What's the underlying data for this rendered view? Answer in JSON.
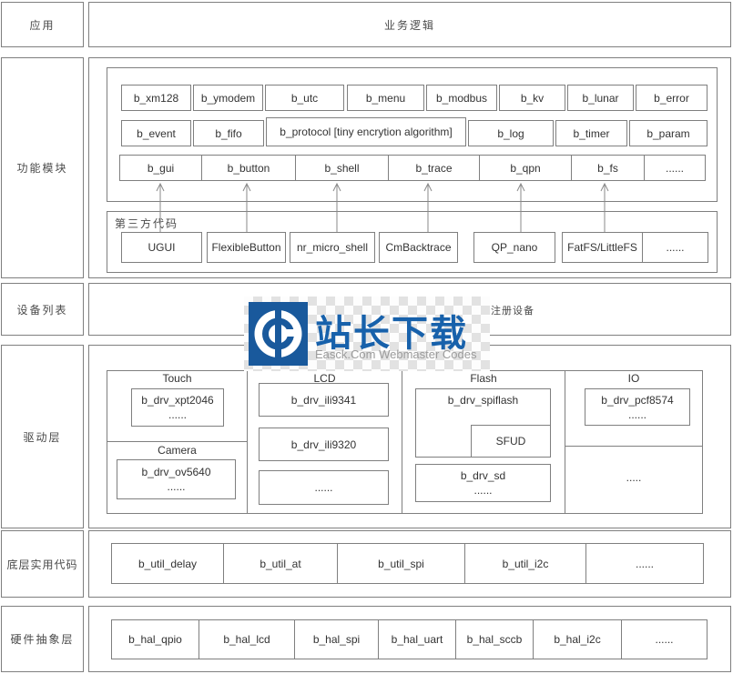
{
  "layers": {
    "app": "应用",
    "func": "功能模块",
    "device": "设备列表",
    "driver": "驱动层",
    "util": "底层实用代码",
    "hal": "硬件抽象层"
  },
  "app": {
    "title": "业务逻辑"
  },
  "func": {
    "row1": [
      "b_xm128",
      "b_ymodem",
      "b_utc",
      "b_menu",
      "b_modbus",
      "b_kv",
      "b_lunar",
      "b_error"
    ],
    "row2": [
      "b_event",
      "b_fifo",
      "b_protocol [tiny encrytion algorithm]",
      "b_log",
      "b_timer",
      "b_param"
    ],
    "row3": [
      "b_gui",
      "b_button",
      "b_shell",
      "b_trace",
      "b_qpn",
      "b_fs",
      "......"
    ],
    "third_party_label": "第三方代码",
    "third_party": [
      "UGUI",
      "FlexibleButton",
      "nr_micro_shell",
      "CmBacktrace",
      "QP_nano",
      "FatFS/LittleFS",
      "......"
    ]
  },
  "device": {
    "registered": "注册设备"
  },
  "driver": {
    "touch": {
      "title": "Touch",
      "box1_line1": "b_drv_xpt2046",
      "box1_line2": "......",
      "camera_title": "Camera",
      "box2_line1": "b_drv_ov5640",
      "box2_line2": "......"
    },
    "lcd": {
      "title": "LCD",
      "box1": "b_drv_ili9341",
      "box2": "b_drv_ili9320",
      "box3": "......"
    },
    "flash": {
      "title": "Flash",
      "spiflash": "b_drv_spiflash",
      "sfud": "SFUD",
      "sd_line1": "b_drv_sd",
      "sd_line2": "......"
    },
    "io": {
      "title": "IO",
      "box_line1": "b_drv_pcf8574",
      "box_line2": "......",
      "more": "....."
    }
  },
  "util": {
    "cells": [
      "b_util_delay",
      "b_util_at",
      "b_util_spi",
      "b_util_i2c",
      "......"
    ]
  },
  "hal": {
    "cells": [
      "b_hal_qpio",
      "b_hal_lcd",
      "b_hal_spi",
      "b_hal_uart",
      "b_hal_sccb",
      "b_hal_i2c",
      "......"
    ]
  },
  "watermark": {
    "title": "站长下载",
    "subtitle": "Easck.Com Webmaster Codes",
    "logo": "easck-e-logo",
    "colors": {
      "blue": "#1761ab",
      "logo_blue": "#19599c",
      "gray": "#9b9b9b"
    }
  },
  "colors": {
    "border": "#7f7f7f",
    "text": "#333333",
    "background": "#ffffff"
  }
}
